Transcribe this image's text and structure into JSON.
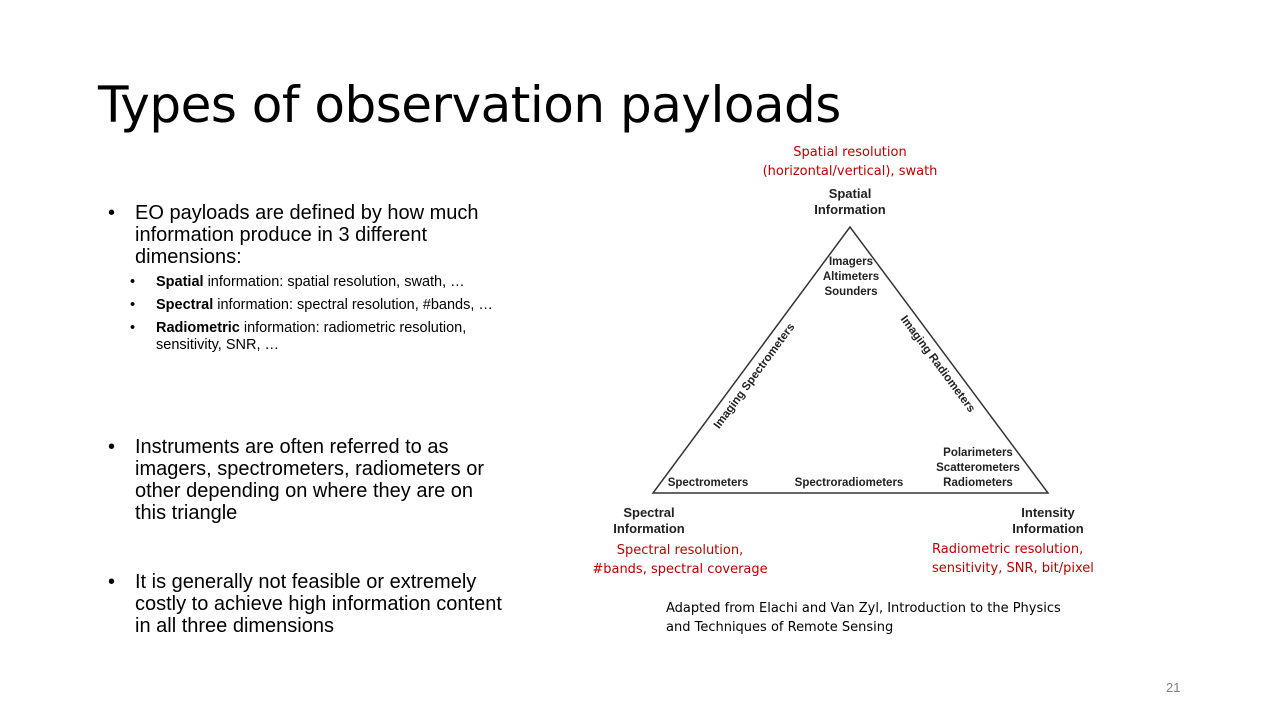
{
  "title": "Types of observation payloads",
  "bullets": {
    "b1": "EO payloads are defined by how much information produce in 3 different dimensions:",
    "sub": [
      {
        "bold": "Spatial",
        "text": " information: spatial resolution, swath, …"
      },
      {
        "bold": "Spectral",
        "text": " information: spectral resolution, #bands, …"
      },
      {
        "bold": "Radiometric",
        "text": " information: radiometric resolution, sensitivity, SNR, …"
      }
    ],
    "b2": "Instruments are often referred to as imagers, spectrometers, radiometers or other depending on where they are on this triangle",
    "b3": "It is generally not feasible or extremely costly to achieve high information content in all three dimensions"
  },
  "diagram": {
    "top_note": [
      "Spatial resolution",
      "(horizontal/vertical), swath"
    ],
    "left_note": [
      "Spectral resolution,",
      "#bands, spectral coverage"
    ],
    "right_note": [
      "Radiometric resolution,",
      "sensitivity, SNR, bit/pixel"
    ],
    "corner_top": [
      "Spatial",
      "Information"
    ],
    "corner_left": [
      "Spectral",
      "Information"
    ],
    "corner_right": [
      "Intensity",
      "Information"
    ],
    "top_inner": [
      "Imagers",
      "Altimeters",
      "Sounders"
    ],
    "right_inner": [
      "Polarimeters",
      "Scatterometers",
      "Radiometers"
    ],
    "bottom_left_inner": "Spectrometers",
    "bottom_mid_inner": "Spectroradiometers",
    "left_edge_label": "Imaging Spectrometers",
    "right_edge_label": "Imaging Radiometers",
    "colors": {
      "note": "#c00000",
      "line": "#333333"
    }
  },
  "caption": [
    "Adapted from Elachi and Van Zyl, Introduction to the Physics",
    "and Techniques of Remote Sensing"
  ],
  "page_number": "21"
}
